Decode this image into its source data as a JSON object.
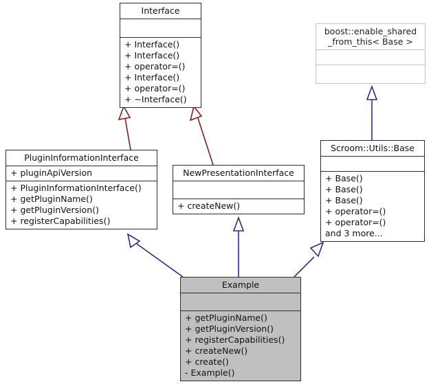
{
  "diagram": {
    "type": "uml-class-inheritance-diagram",
    "background": "#ffffff",
    "colors": {
      "node_border": "#2b2b2b",
      "faded_border": "#c4c4c4",
      "highlight_fill": "#c0c0c0",
      "inheritance_red": "#8b1a1a",
      "inheritance_blue": "#2b2b8b",
      "text": "#111111"
    }
  },
  "nodes": {
    "interface": {
      "title": "Interface",
      "attributes": [],
      "operations": [
        "+ Interface()",
        "+ Interface()",
        "+ operator=()",
        "+ Interface()",
        "+ operator=()",
        "+ ~Interface()"
      ]
    },
    "boost_enable_shared": {
      "title_lines": [
        "boost::enable_shared",
        "_from_this< Base >"
      ],
      "attributes": [],
      "operations": []
    },
    "plugin_information_interface": {
      "title": "PluginInformationInterface",
      "attributes": [
        "+ pluginApiVersion"
      ],
      "operations": [
        "+ PluginInformationInterface()",
        "+ getPluginName()",
        "+ getPluginVersion()",
        "+ registerCapabilities()"
      ]
    },
    "new_presentation_interface": {
      "title": "NewPresentationInterface",
      "attributes": [],
      "operations": [
        "+ createNew()"
      ]
    },
    "scroom_utils_base": {
      "title": "Scroom::Utils::Base",
      "attributes": [],
      "operations": [
        "+ Base()",
        "+ Base()",
        "+ Base()",
        "+ operator=()",
        "+ operator=()",
        "and 3 more..."
      ]
    },
    "example": {
      "title": "Example",
      "attributes": [],
      "operations": [
        "+ getPluginName()",
        "+ getPluginVersion()",
        "+ registerCapabilities()",
        "+ createNew()",
        "+ create()",
        "- Example()"
      ]
    }
  },
  "edges": [
    {
      "name": "plugininfo-inherits-interface",
      "from": "plugin_information_interface",
      "to": "interface",
      "color": "#8b1a1a"
    },
    {
      "name": "newpres-inherits-interface",
      "from": "new_presentation_interface",
      "to": "interface",
      "color": "#8b1a1a"
    },
    {
      "name": "base-inherits-boost",
      "from": "scroom_utils_base",
      "to": "boost_enable_shared",
      "color": "#2b2b8b"
    },
    {
      "name": "example-inherits-plugininfo",
      "from": "example",
      "to": "plugin_information_interface",
      "color": "#2b2b8b"
    },
    {
      "name": "example-inherits-newpres",
      "from": "example",
      "to": "new_presentation_interface",
      "color": "#2b2b8b"
    },
    {
      "name": "example-inherits-base",
      "from": "example",
      "to": "scroom_utils_base",
      "color": "#2b2b8b"
    }
  ]
}
